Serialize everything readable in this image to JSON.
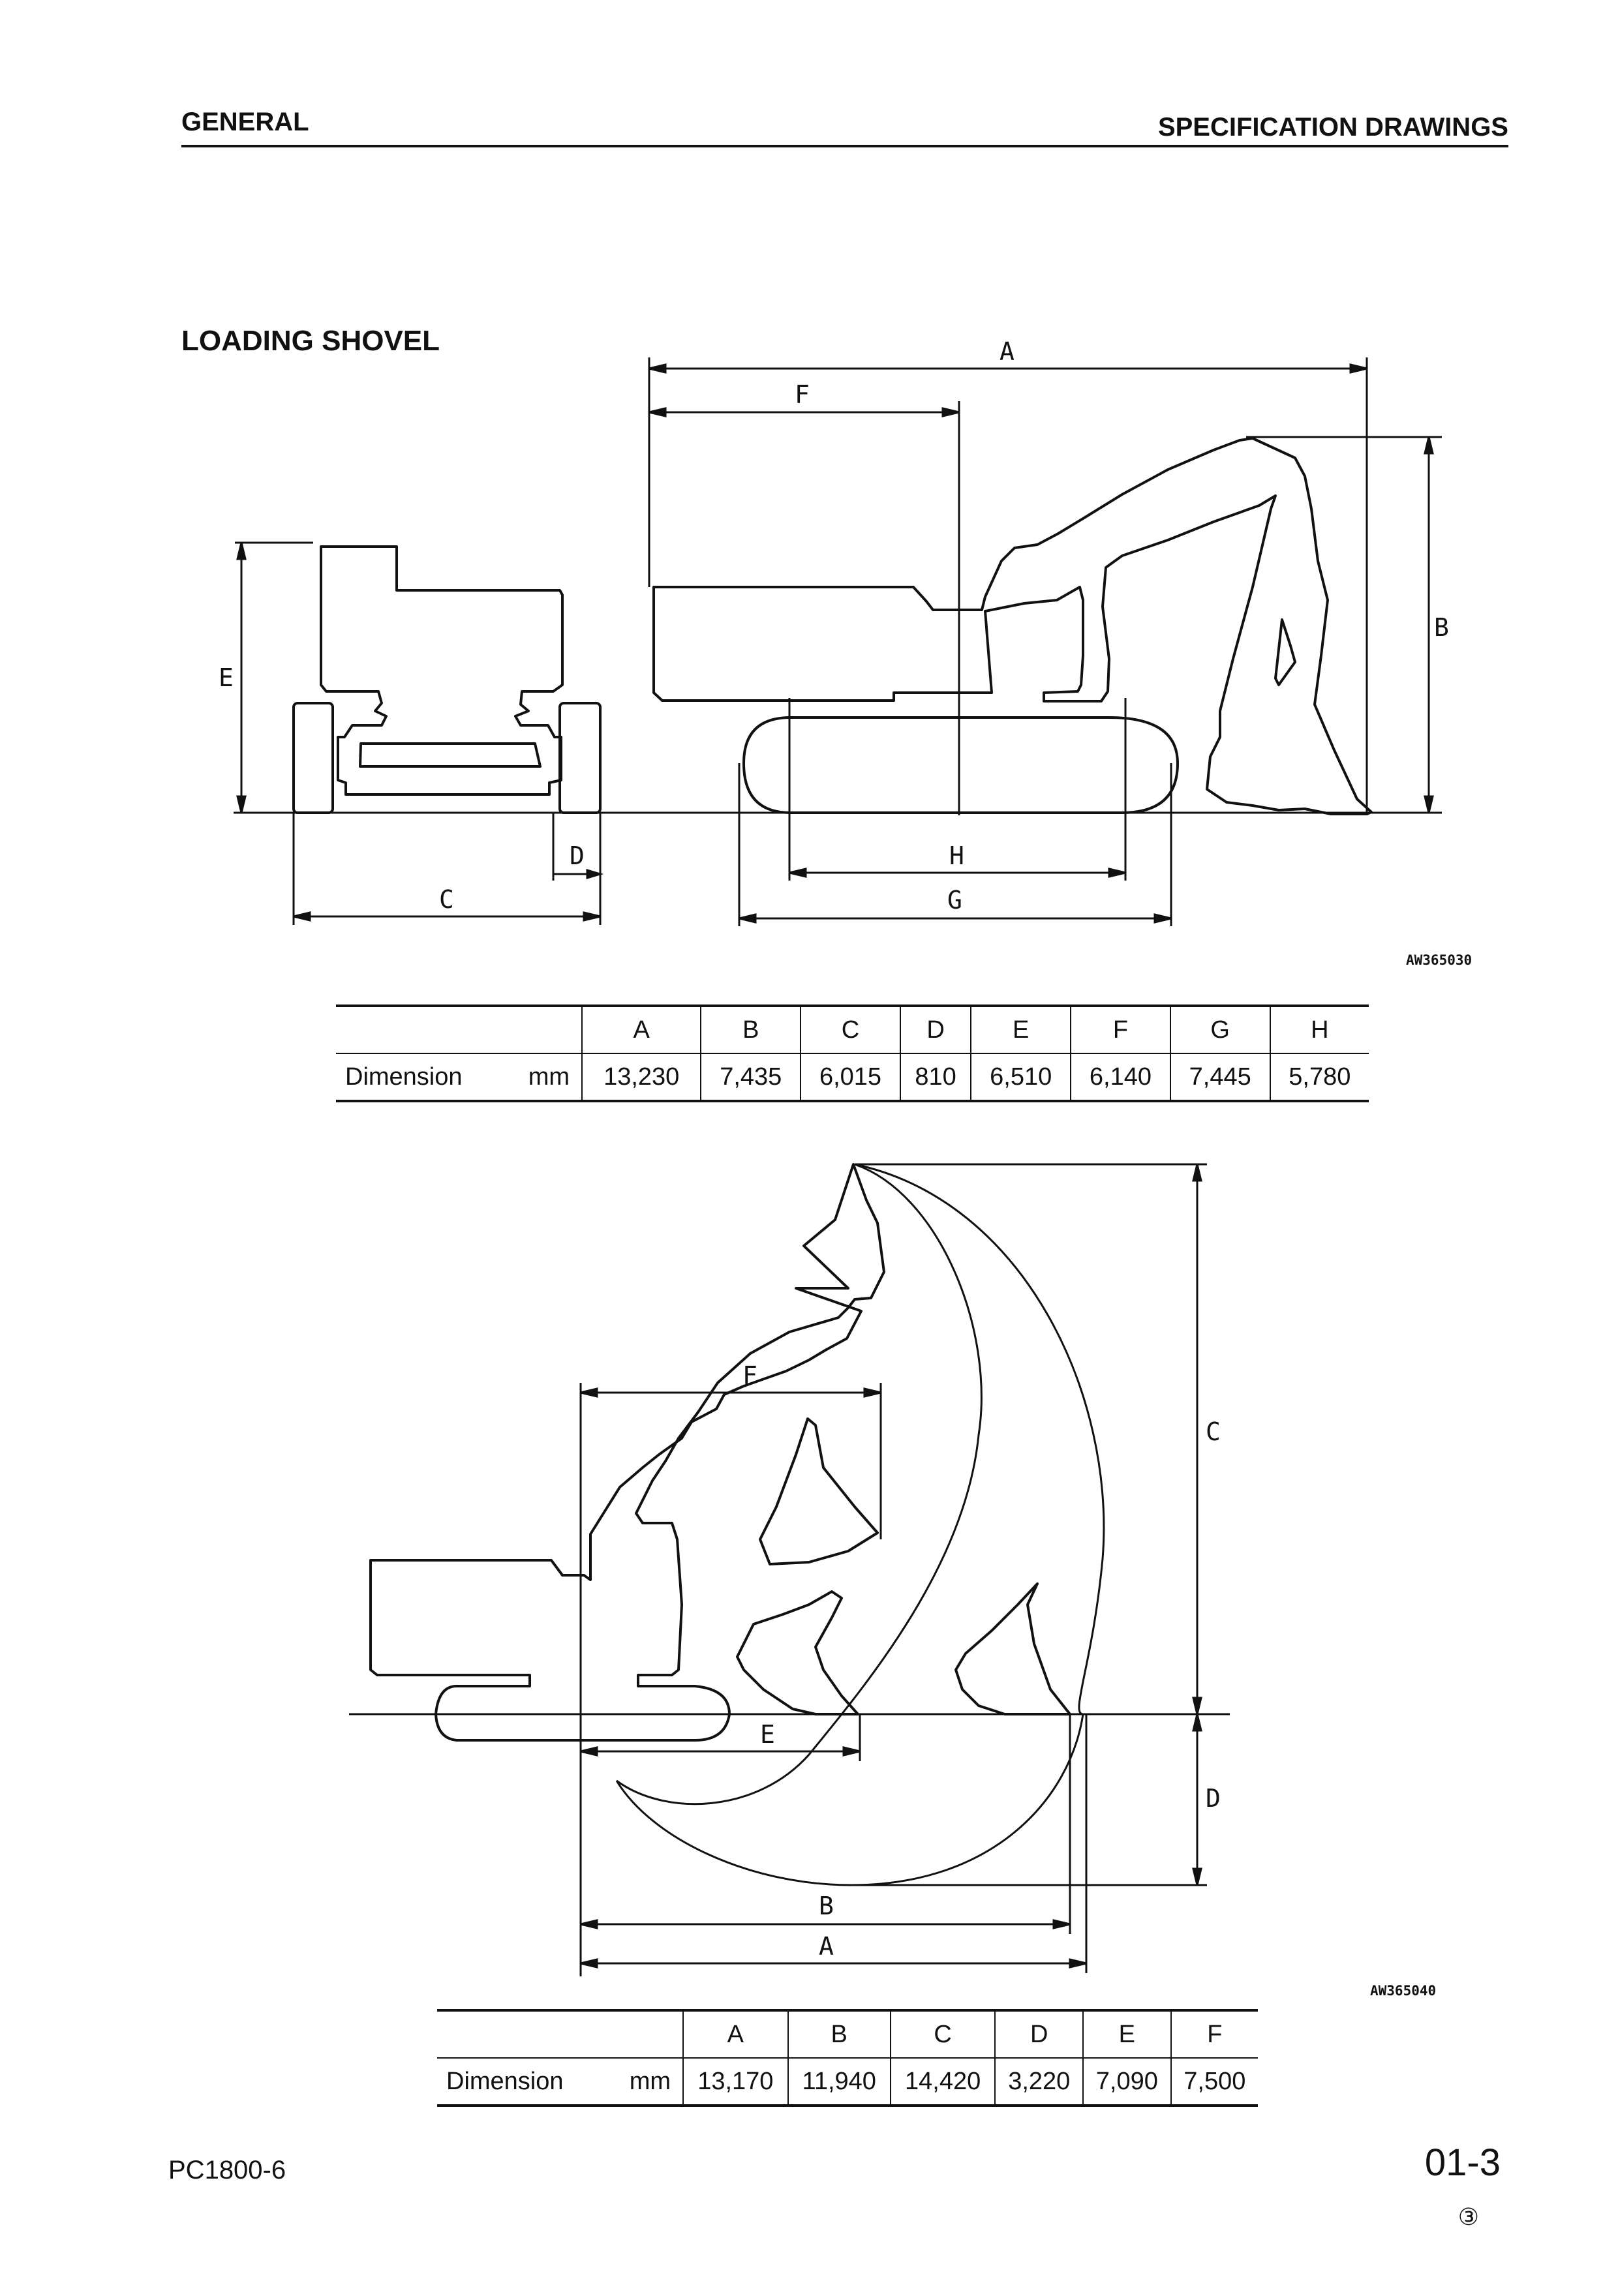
{
  "header": {
    "section": "GENERAL",
    "title": "SPECIFICATION DRAWINGS"
  },
  "section_title": "LOADING SHOVEL",
  "figure1": {
    "code": "AW365030",
    "labels": {
      "A": "A",
      "B": "B",
      "C": "C",
      "D": "D",
      "E": "E",
      "F": "F",
      "G": "G",
      "H": "H"
    }
  },
  "table1": {
    "row_label": "Dimension",
    "unit": "mm",
    "columns": [
      "A",
      "B",
      "C",
      "D",
      "E",
      "F",
      "G",
      "H"
    ],
    "values": [
      "13,230",
      "7,435",
      "6,015",
      "810",
      "6,510",
      "6,140",
      "7,445",
      "5,780"
    ]
  },
  "figure2": {
    "code": "AW365040",
    "labels": {
      "A": "A",
      "B": "B",
      "C": "C",
      "D": "D",
      "E": "E",
      "F": "F"
    }
  },
  "table2": {
    "row_label": "Dimension",
    "unit": "mm",
    "columns": [
      "A",
      "B",
      "C",
      "D",
      "E",
      "F"
    ],
    "values": [
      "13,170",
      "11,940",
      "14,420",
      "3,220",
      "7,090",
      "7,500"
    ]
  },
  "footer": {
    "model": "PC1800-6",
    "page": "01-3",
    "revision": "③"
  }
}
